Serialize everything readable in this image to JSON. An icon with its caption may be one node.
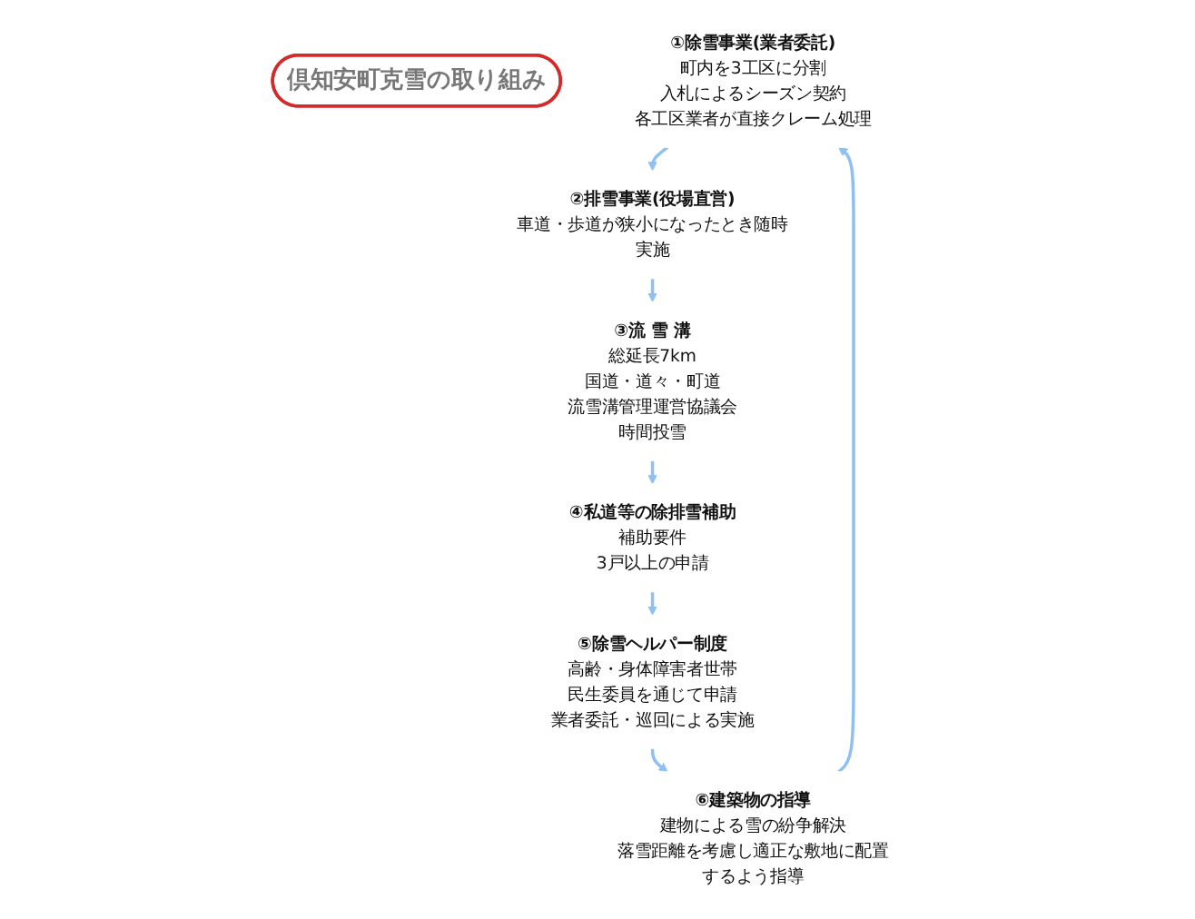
{
  "diagram": {
    "nodes": [
      {
        "text": [
          "倶知安町克雪の取り組み"
        ]
      },
      {
        "text": [
          "①除雪事業(業者委託)",
          "町内を3工区に分割",
          "入札によるシーズン契約",
          "各工区業者が直接クレーム処理"
        ]
      },
      {
        "text": [
          "②排雪事業(役場直営)",
          "車道・歩道が狭小になったとき随時実施"
        ]
      },
      {
        "text": [
          "③流 雪 溝",
          "総延長7km",
          "国道・道々・町道",
          "流雪溝管理運営協議会",
          "時間投雪"
        ]
      },
      {
        "text": [
          "④私道等の除排雪補助",
          "補助要件",
          "3戸以上の申請"
        ]
      },
      {
        "text": [
          "⑤除雪ヘルパー制度",
          "高齢・身体障害者世帯",
          "民生委員を通じて申請",
          "業者委託・巡回による実施"
        ]
      },
      {
        "text": [
          "⑥建築物の指導",
          "建物による雪の紛争解決",
          "落雪距離を考慮し適正な敷地に配置するよう指導"
        ]
      }
    ],
    "edges": [
      {
        "from": 6,
        "to": 1,
        "arrow": "to"
      },
      {
        "from": 1,
        "to": 2,
        "arrow": "to"
      },
      {
        "from": 2,
        "to": 3,
        "arrow": "to"
      },
      {
        "from": 3,
        "to": 4,
        "arrow": "to"
      },
      {
        "from": 4,
        "to": 5,
        "arrow": "to"
      },
      {
        "from": 5,
        "to": 6,
        "arrow": "to"
      }
    ]
  }
}
